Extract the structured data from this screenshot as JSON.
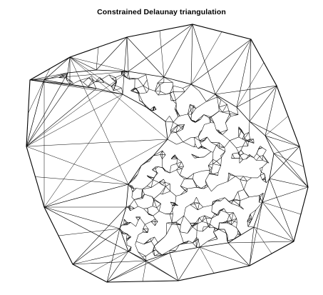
{
  "figure": {
    "title": "Constrained Delaunay triangulation"
  },
  "colors": {
    "background": "#ffffff",
    "edge": "#000000"
  },
  "diagram": {
    "type": "triangulation",
    "style": "black edges on white, no axes, no legend",
    "components": [
      "outer-boundary-polygon",
      "interior-mesh-region",
      "fan-triangles"
    ]
  }
}
